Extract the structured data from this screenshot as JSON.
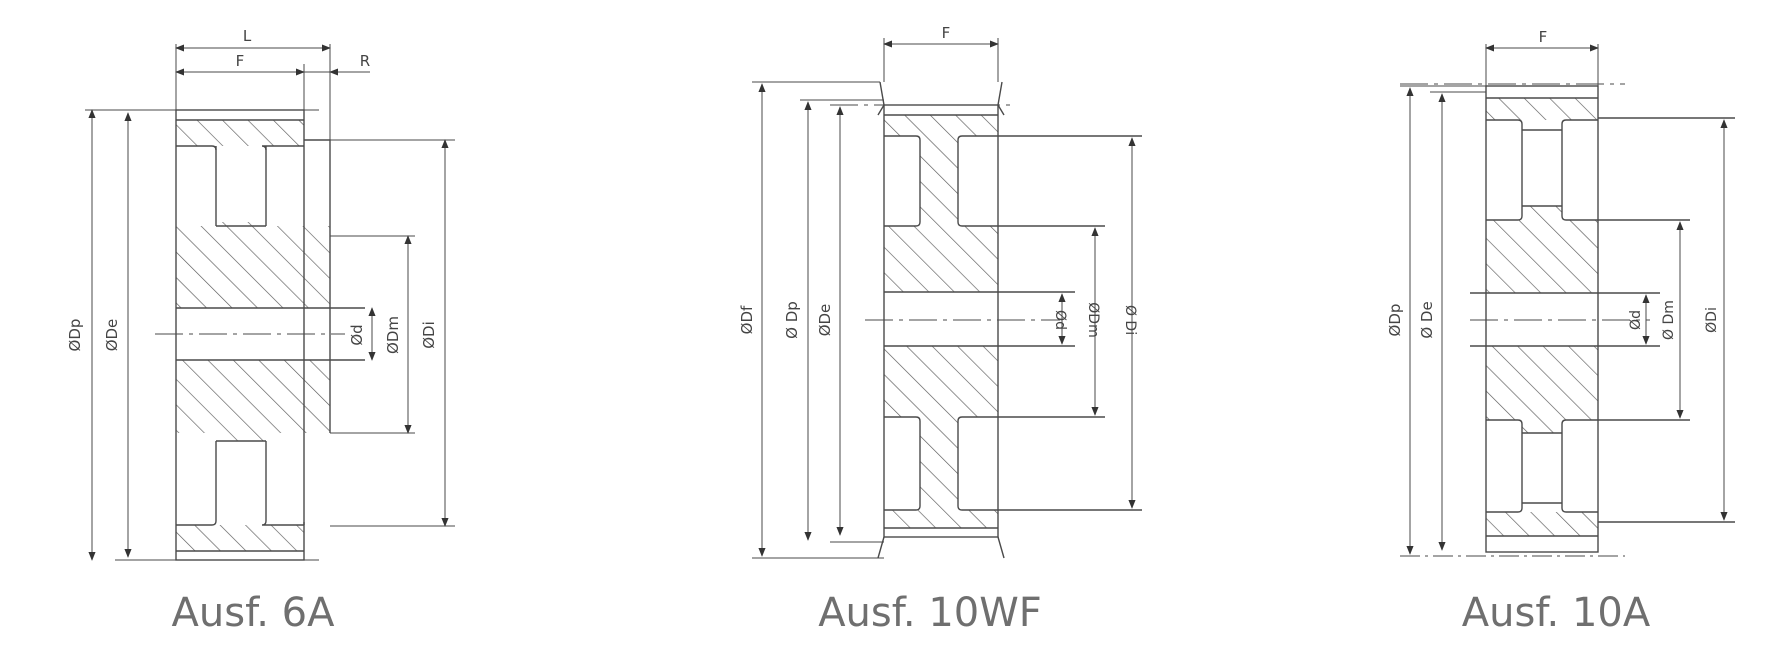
{
  "variants": [
    {
      "id": "6A",
      "caption": "Ausf. 6A",
      "dims_top": [
        "L",
        "F",
        "R"
      ],
      "dims_left": [
        "ØDp",
        "ØDe"
      ],
      "dims_right": [
        "Ød",
        "ØDm",
        "ØDi"
      ]
    },
    {
      "id": "10WF",
      "caption": "Ausf. 10WF",
      "dims_top": [
        "F"
      ],
      "dims_left": [
        "ØDf",
        "Ø Dp",
        "ØDe"
      ],
      "dims_right": [
        "Ød",
        "ØDm",
        "Ø Di"
      ]
    },
    {
      "id": "10A",
      "caption": "Ausf. 10A",
      "dims_top": [
        "F"
      ],
      "dims_left": [
        "ØDp",
        "Ø De"
      ],
      "dims_right": [
        "Ød",
        "Ø Dm",
        "ØDi"
      ]
    }
  ],
  "colors": {
    "line": "#4a4a4a",
    "hatch": "#5a5a5a",
    "caption": "#6f6f6f"
  }
}
